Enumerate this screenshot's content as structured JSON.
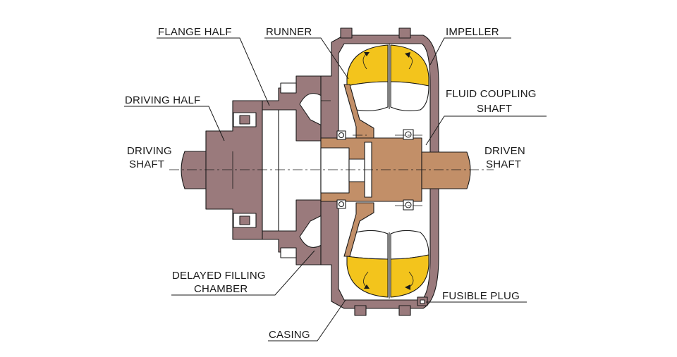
{
  "colors": {
    "casing": "#9a7a7c",
    "shaft_bronze": "#c28f68",
    "fluid": "#f3c41c",
    "background": "#ffffff",
    "line": "#1a1a1a"
  },
  "labels": {
    "flange_half": "FLANGE HALF",
    "runner": "RUNNER",
    "impeller": "IMPELLER",
    "driving_half": "DRIVING HALF",
    "fluid_coupling_shaft_line1": "FLUID COUPLING",
    "fluid_coupling_shaft_line2": "SHAFT",
    "driving_shaft_line1": "DRIVING",
    "driving_shaft_line2": "SHAFT",
    "driven_shaft_line1": "DRIVEN",
    "driven_shaft_line2": "SHAFT",
    "delayed_filling_chamber_line1": "DELAYED FILLING",
    "delayed_filling_chamber_line2": "CHAMBER",
    "fusible_plug": "FUSIBLE PLUG",
    "casing": "CASING"
  }
}
